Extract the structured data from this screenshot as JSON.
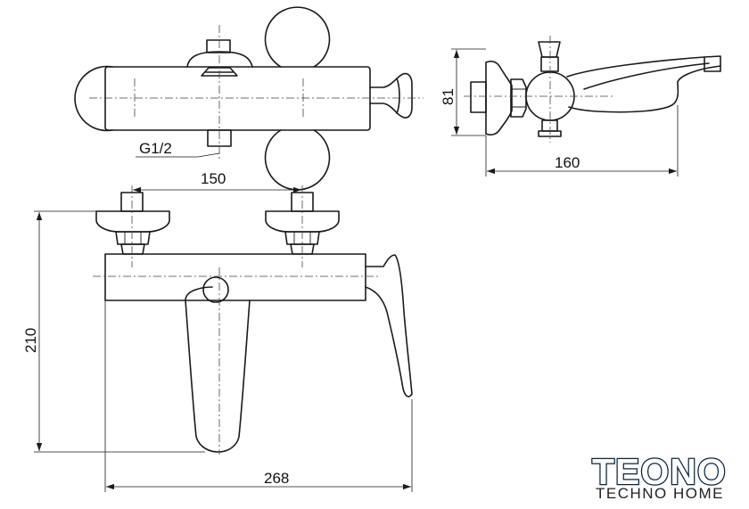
{
  "dimensions": {
    "thread": "G1/2",
    "center_distance": "150",
    "height_front": "210",
    "width_front": "268",
    "height_side": "81",
    "depth_side": "160"
  },
  "logo": {
    "brand": "TEONO",
    "tagline": "TECHNO HOME",
    "colors": {
      "outline": "#0b2236",
      "fill": "#ffffff"
    }
  }
}
